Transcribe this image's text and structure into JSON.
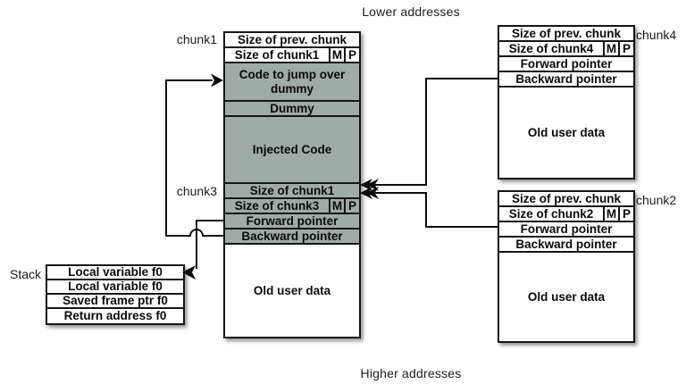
{
  "address_labels": {
    "top": "Lower addresses",
    "bottom": "Higher addresses"
  },
  "side_labels": {
    "chunk1": "chunk1",
    "chunk3": "chunk3",
    "chunk4": "chunk4",
    "chunk2": "chunk2",
    "stack": "Stack"
  },
  "colors": {
    "shaded_row": "#a0aaa7",
    "white_row": "#ffffff",
    "border": "#151515",
    "wire": "#0d0d0d",
    "background": "#ffffff"
  },
  "boxes": {
    "center": {
      "rows": [
        {
          "label": "Size of prev. chunk",
          "shaded": false,
          "h": 17
        },
        {
          "label": "Size of chunk1",
          "flags": [
            "M",
            "P"
          ],
          "shaded": false,
          "h": 17
        },
        {
          "label": "Code to jump over dummy",
          "shaded": true,
          "h": 43
        },
        {
          "label": "Dummy",
          "shaded": true,
          "h": 17
        },
        {
          "label": "Injected Code",
          "shaded": true,
          "h": 75
        },
        {
          "label": "Size of chunk1",
          "shaded": true,
          "h": 17
        },
        {
          "label": "Size of chunk3",
          "flags": [
            "M",
            "P"
          ],
          "shaded": true,
          "h": 17
        },
        {
          "label": "Forward pointer",
          "shaded": true,
          "h": 17
        },
        {
          "label": "Backward pointer",
          "shaded": true,
          "h": 17
        },
        {
          "label": "Old user data",
          "shaded": false,
          "h": 103
        }
      ]
    },
    "chunk4": {
      "rows": [
        {
          "label": "Size of prev. chunk",
          "shaded": false,
          "h": 17
        },
        {
          "label": "Size of chunk4",
          "flags": [
            "M",
            "P"
          ],
          "shaded": false,
          "h": 17
        },
        {
          "label": "Forward pointer",
          "shaded": false,
          "h": 17
        },
        {
          "label": "Backward pointer",
          "shaded": false,
          "h": 17
        },
        {
          "label": "Old user data",
          "shaded": false,
          "h": 101
        }
      ]
    },
    "chunk2": {
      "rows": [
        {
          "label": "Size of prev. chunk",
          "shaded": false,
          "h": 17
        },
        {
          "label": "Size of chunk2",
          "flags": [
            "M",
            "P"
          ],
          "shaded": false,
          "h": 17
        },
        {
          "label": "Forward pointer",
          "shaded": false,
          "h": 17
        },
        {
          "label": "Backward pointer",
          "shaded": false,
          "h": 17
        },
        {
          "label": "Old user data",
          "shaded": false,
          "h": 99
        }
      ]
    },
    "stack": {
      "rows": [
        {
          "label": "Local variable f0",
          "shaded": false,
          "h": 16
        },
        {
          "label": "Local variable f0",
          "shaded": false,
          "h": 16
        },
        {
          "label": "Saved frame ptr f0",
          "shaded": false,
          "h": 16
        },
        {
          "label": "Return address f0",
          "shaded": false,
          "h": 16
        }
      ]
    }
  }
}
